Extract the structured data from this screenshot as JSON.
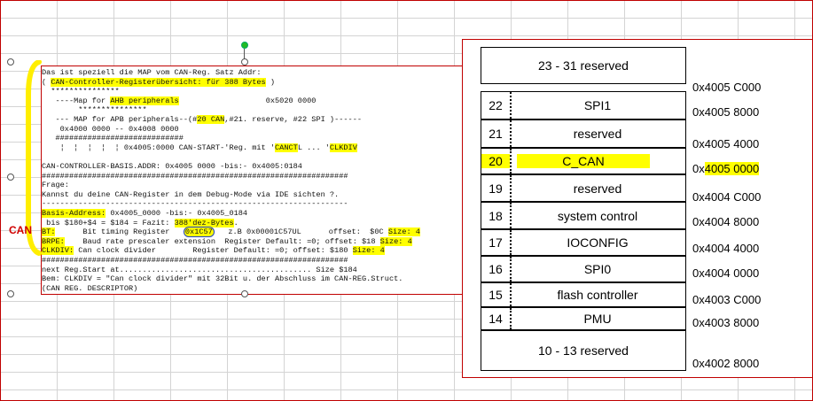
{
  "text_image": {
    "lines": [
      {
        "segments": [
          {
            "t": "Das ist speziell die MAP vom CAN-Reg. Satz Addr:"
          }
        ]
      },
      {
        "segments": [
          {
            "t": "( "
          },
          {
            "t": "CAN-Controller-Registerübersicht: für 388 Bytes",
            "hl": true
          },
          {
            "t": " )"
          }
        ]
      },
      {
        "segments": [
          {
            "t": "  ***************"
          }
        ]
      },
      {
        "segments": [
          {
            "t": "   ----Map for "
          },
          {
            "t": "AHB peripherals",
            "hl": true
          },
          {
            "t": "                   0x5020 0000"
          }
        ]
      },
      {
        "segments": [
          {
            "t": "        ***************"
          }
        ]
      },
      {
        "segments": [
          {
            "t": "   --- MAP for APB peripherals--(#"
          },
          {
            "t": "20 CAN",
            "hl": true
          },
          {
            "t": ",#21. reserve, #22 SPI )------"
          }
        ]
      },
      {
        "segments": [
          {
            "t": "    0x4000 0000 -- 0x4008 0000"
          }
        ]
      },
      {
        "segments": [
          {
            "t": "   ############################"
          }
        ]
      },
      {
        "segments": [
          {
            "t": "    ¦  ¦  ¦  ¦  ¦ 0x4005:0000 CAN-START-'Reg. mit '"
          },
          {
            "t": "CANCT",
            "hl": true
          },
          {
            "t": "L ... '"
          },
          {
            "t": "CLKDIV",
            "hl": true
          }
        ]
      },
      {
        "segments": [
          {
            "t": ""
          }
        ]
      },
      {
        "segments": [
          {
            "t": "CAN-CONTROLLER-BASIS.ADDR: 0x4005 0000 -bis:- 0x4005:0184"
          }
        ]
      },
      {
        "segments": [
          {
            "t": "###################################################################"
          }
        ]
      },
      {
        "segments": [
          {
            "t": "Frage:"
          }
        ]
      },
      {
        "segments": [
          {
            "t": "Kannst du deine CAN-Register in dem Debug-Mode via IDE sichten ?."
          }
        ]
      },
      {
        "segments": [
          {
            "t": "-------------------------------------------------------------------"
          }
        ]
      },
      {
        "segments": [
          {
            "t": "Basis-Address:",
            "hl": true
          },
          {
            "t": " 0x4005_0000 -bis:- 0x4005_0184"
          }
        ]
      },
      {
        "segments": [
          {
            "t": " bis $180+$4 = $184 = Fazit: "
          },
          {
            "t": "388'dez-Bytes",
            "hl": true
          },
          {
            "t": "."
          }
        ]
      },
      {
        "segments": [
          {
            "t": "BT:",
            "hl": true
          },
          {
            "t": "      Bit timing Register   "
          },
          {
            "t": "0x1C57",
            "hl": true,
            "circ": true
          },
          {
            "t": "   z.B 0x00001C57UL      offset:  $0C "
          },
          {
            "t": "Size: 4",
            "hl": true
          }
        ]
      },
      {
        "segments": [
          {
            "t": "BRPE:",
            "hl": true
          },
          {
            "t": "    Baud rate prescaler extension  Register Default: =0; offset: $18 "
          },
          {
            "t": "Size: 4",
            "hl": true
          }
        ]
      },
      {
        "segments": [
          {
            "t": "CLKDIV:",
            "hl": true
          },
          {
            "t": " Can clock divider        Register Default: =0; offset: $180 "
          },
          {
            "t": "Size: 4",
            "hl": true
          }
        ]
      },
      {
        "segments": [
          {
            "t": "###################################################################"
          }
        ]
      },
      {
        "segments": [
          {
            "t": "next Reg.Start at.......................................... Size $184"
          }
        ]
      },
      {
        "segments": [
          {
            "t": "Bem: CLKDIV = \"Can clock divider\" mit 32Bit u. der Abschluss im CAN-REG.Struct."
          }
        ]
      },
      {
        "segments": [
          {
            "t": "(CAN REG. DESCRIPTOR)"
          }
        ]
      }
    ],
    "annotation_can": "CAN"
  },
  "memory_map": {
    "rows": [
      {
        "num": "",
        "name": "23 - 31 reserved"
      },
      {
        "num": "22",
        "name": "SPI1"
      },
      {
        "num": "21",
        "name": "reserved"
      },
      {
        "num": "20",
        "name": "C_CAN",
        "hl": true
      },
      {
        "num": "19",
        "name": "reserved"
      },
      {
        "num": "18",
        "name": "system control"
      },
      {
        "num": "17",
        "name": "IOCONFIG"
      },
      {
        "num": "16",
        "name": "SPI0"
      },
      {
        "num": "15",
        "name": "flash controller"
      },
      {
        "num": "14",
        "name": "PMU"
      },
      {
        "num": "",
        "name": "10 - 13 reserved"
      }
    ],
    "addresses": [
      {
        "text": "0x4005 C000"
      },
      {
        "text": "0x4005 8000"
      },
      {
        "text": "0x4005 4000"
      },
      {
        "pre": "0x",
        "hl": "4005 0000"
      },
      {
        "text": "0x4004 C000"
      },
      {
        "text": "0x4004 8000"
      },
      {
        "text": "0x4004 4000"
      },
      {
        "text": "0x4004 0000"
      },
      {
        "text": "0x4003 C000"
      },
      {
        "text": "0x4003 8000"
      },
      {
        "text": "0x4002 8000"
      }
    ]
  },
  "colors": {
    "highlight": "#ffff00",
    "frame": "#c00000",
    "annotation_red": "#d00000",
    "annotation_green": "#00b050",
    "annotation_blue": "#1f3fd0"
  }
}
